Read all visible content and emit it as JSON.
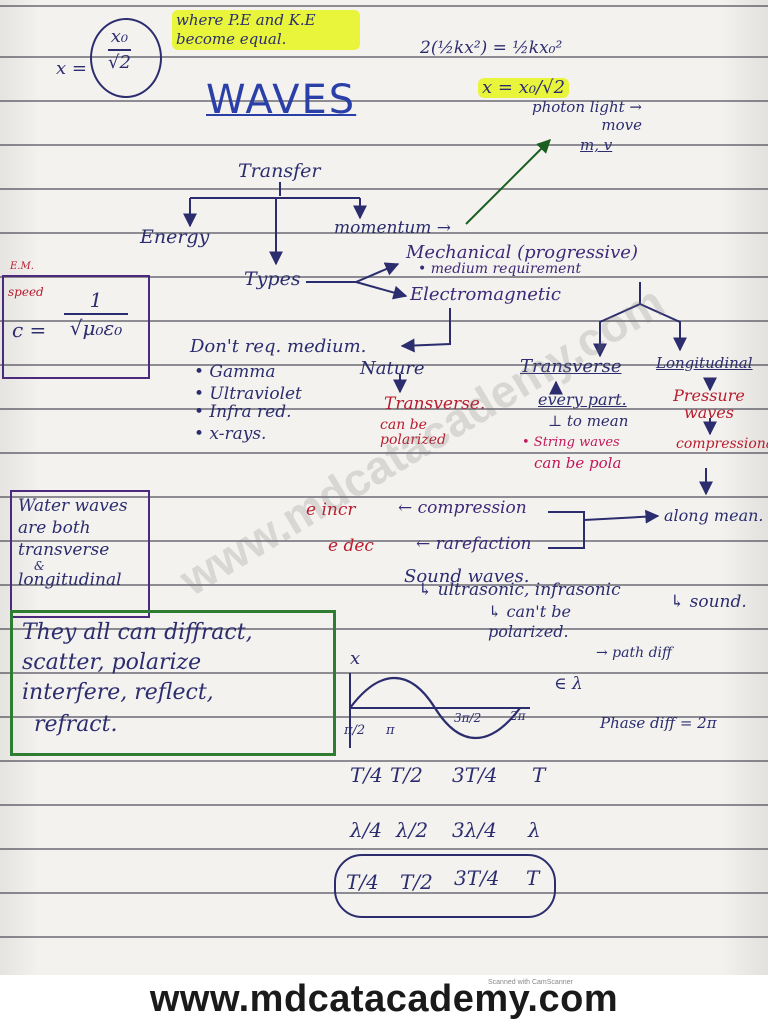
{
  "title": "WAVES",
  "top": {
    "x_eq": "x =",
    "circled_num": "x₀",
    "circled_den": "√2",
    "where_note": "where P.E and K.E become equal.",
    "eq_top": "2(½kx²) = ½kx₀²",
    "hl_eq": "x = x₀/√2",
    "photon_note": "photon light → move",
    "photon_vars": "m, v"
  },
  "tree": {
    "transfer": "Transfer",
    "energy": "Energy",
    "momentum": "momentum →",
    "types": "Types",
    "mechanical": "Mechanical (progressive)",
    "medium_req": "• medium requirement",
    "electromagnetic": "Electromagnetic",
    "dont_req": "Don't req. medium.",
    "nature": "Nature",
    "transverse": "Transverse",
    "longitudinal": "Longitudinal",
    "every_part": "every part.",
    "perp_mean": "⊥ to mean",
    "string_waves": "• String waves",
    "can_be_pola": "can be pola",
    "pressure_waves": "Pressure waves",
    "compressional": "compressional",
    "along_mean": "along mean."
  },
  "em": {
    "list": [
      "• Gamma",
      "• Ultraviolet",
      "• Infra red.",
      "• x-rays."
    ],
    "nature_value": "Transverse.",
    "polarized": "can be polarized"
  },
  "speed_box": {
    "label_em": "E.M.",
    "label_speed": "speed",
    "formula_lhs": "c =",
    "numerator": "1",
    "denominator": "√μ₀ε₀"
  },
  "water_box": {
    "lines": [
      "Water waves",
      "are both",
      "transverse",
      "&",
      "longitudinal"
    ]
  },
  "diffract_box": {
    "lines": [
      "They all can diffract,",
      "scatter, polarize",
      "interfere, reflect,",
      "refract."
    ]
  },
  "compression": {
    "e_incr": "e incr",
    "compression": "← compression",
    "e_dec": "e dec",
    "rarefaction": "← rarefaction",
    "sound_waves": "Sound waves.",
    "ultrasonic": "↳ ultrasonic, infrasonic",
    "sound": "↳ sound.",
    "cant_be": "↳ can't be polarized."
  },
  "graph": {
    "axis_x": "x",
    "path_diff": "→ path diff",
    "lambda_eq": "∈ λ",
    "phase_diff": "Phase diff = 2π",
    "tick_labels": [
      "π/2",
      "π",
      "3π/2",
      "2π"
    ],
    "row1": [
      "T/4",
      "T/2",
      "3T/4",
      "T"
    ],
    "row2": [
      "λ/4",
      "λ/2",
      "3λ/4",
      "λ"
    ],
    "row3": [
      "T/4",
      "T/2",
      "3T/4",
      "T"
    ]
  },
  "footer": {
    "url": "www.mdcatacademy.com",
    "scanner_note": "Scanned with CamScanner"
  },
  "watermark": "www.mdcatacademy.com",
  "colors": {
    "ink": "#2b2d6e",
    "ink_purple": "#3b2a78",
    "red": "#b81c2e",
    "highlight": "#e8f53a",
    "paper": "#f4f2ef"
  }
}
